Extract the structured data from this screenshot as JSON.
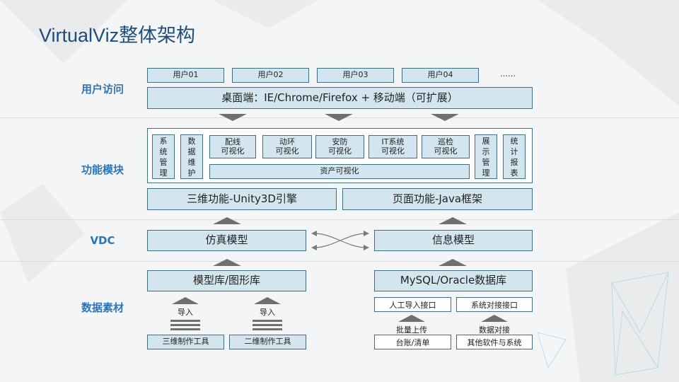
{
  "title": "VirtualViz整体架构",
  "sections": {
    "user_access": "用户访问",
    "function_module": "功能模块",
    "vdc": "VDC",
    "data_material": "数据素材"
  },
  "users": [
    "用户01",
    "用户02",
    "用户03",
    "用户04"
  ],
  "users_more": "……",
  "client_bar": "桌面端：IE/Chrome/Firefox + 移动端（可扩展）",
  "functions": {
    "sys_mgmt": "系统管理",
    "data_maint": "数据维护",
    "wiring": "配线\n可视化",
    "env": "动环\n可视化",
    "security": "安防\n可视化",
    "it_system": "IT系统\n可视化",
    "inspection": "巡检\n可视化",
    "asset": "资产可视化",
    "display_mgmt": "展示管理",
    "stats": "统计报表"
  },
  "engine_3d": "三维功能-Unity3D引擎",
  "engine_web": "页面功能-Java框架",
  "vdc_models": {
    "sim": "仿真模型",
    "info": "信息模型"
  },
  "data": {
    "model_lib": "模型库/图形库",
    "db": "MySQL/Oracle数据库",
    "import_label": "导入",
    "tool_3d": "三维制作工具",
    "tool_2d": "二维制作工具",
    "manual_import": "人工导入接口",
    "system_interface": "系统对接接口",
    "batch_upload": "批量上传",
    "data_connect": "数据对接",
    "ledger": "台账/清单",
    "other_sw": "其他软件与系统"
  }
}
